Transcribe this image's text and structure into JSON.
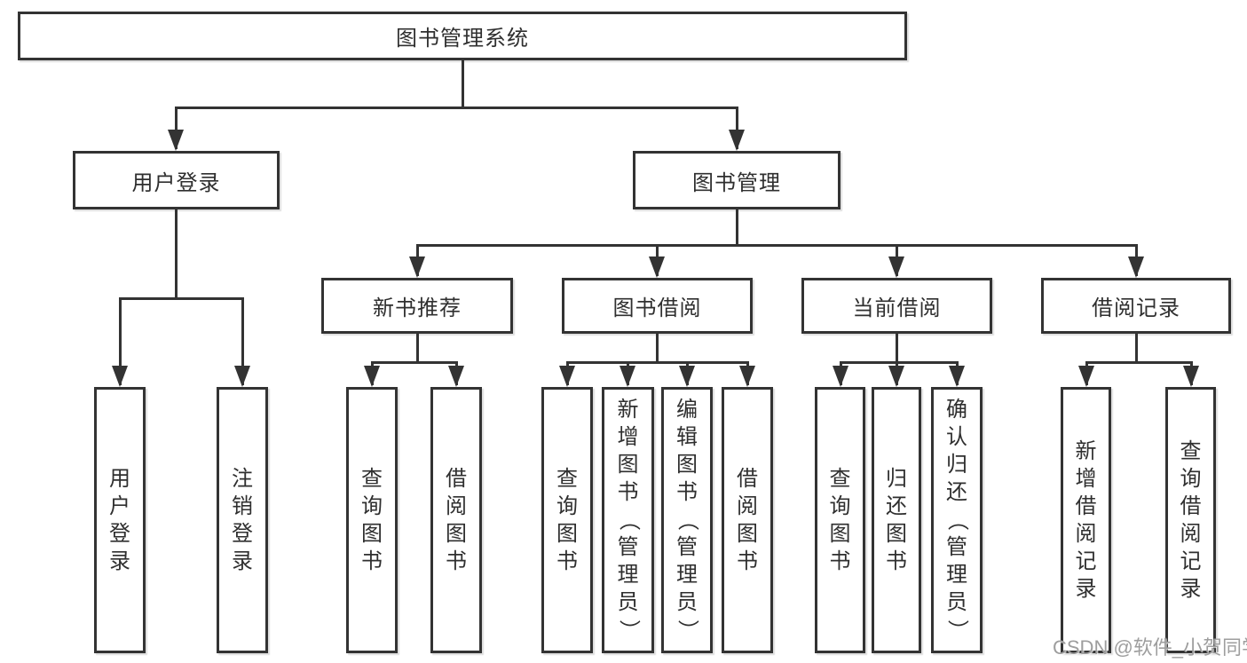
{
  "diagram": {
    "root": {
      "label": "图书管理系统",
      "children": [
        {
          "label": "用户登录",
          "children": [
            {
              "label": "用户登录"
            },
            {
              "label": "注销登录"
            }
          ]
        },
        {
          "label": "图书管理",
          "children": [
            {
              "label": "新书推荐",
              "children": [
                {
                  "label": "查询图书"
                },
                {
                  "label": "借阅图书"
                }
              ]
            },
            {
              "label": "图书借阅",
              "children": [
                {
                  "label": "查询图书"
                },
                {
                  "label": "新增图书（管理员）"
                },
                {
                  "label": "编辑图书（管理员）"
                },
                {
                  "label": "借阅图书"
                }
              ]
            },
            {
              "label": "当前借阅",
              "children": [
                {
                  "label": "查询图书"
                },
                {
                  "label": "归还图书"
                },
                {
                  "label": "确认归还（管理员）"
                }
              ]
            },
            {
              "label": "借阅记录",
              "children": [
                {
                  "label": "新增借阅记录"
                },
                {
                  "label": "查询借阅记录"
                }
              ]
            }
          ]
        }
      ]
    }
  },
  "watermark": {
    "text": "CSDN @软件_小贺同学"
  },
  "colors": {
    "line": "#333333",
    "border": "#333333",
    "text": "#2f2f2f",
    "watermark": "#9e9e9e",
    "background": "#ffffff"
  }
}
